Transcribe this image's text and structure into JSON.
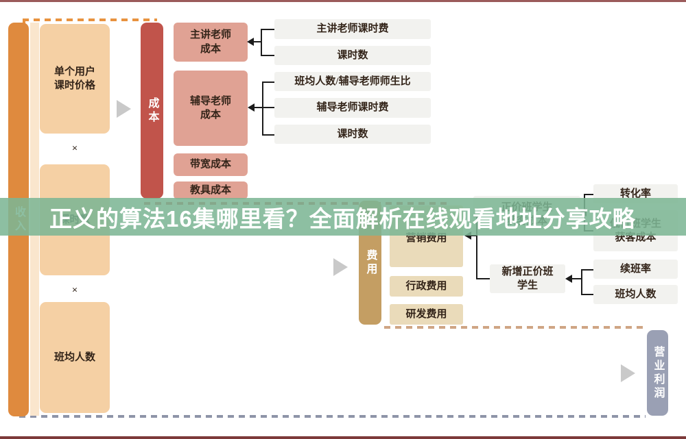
{
  "overlay": {
    "title": "正义的算法16集哪里看？全面解析在线观看地址分享攻略"
  },
  "revenue": {
    "bar": "收入",
    "factor1": "单个用户\n课时价格",
    "times1": "×",
    "factor2": "课时数",
    "times2": "×",
    "factor3": "班均人数"
  },
  "cost": {
    "bar": "成本",
    "item1": "主讲老师\n成本",
    "item2": "辅导老师\n成本",
    "item3": "带宽成本",
    "item4": "教具成本",
    "detail1": "主讲老师课时费",
    "detail2": "课时数",
    "detail3": "班均人数/辅导老师师生比",
    "detail4": "辅导老师课时费",
    "detail5": "课时数"
  },
  "expense": {
    "bar": "费用",
    "item1": "营销费用",
    "item2": "行政费用",
    "item3": "研发费用",
    "acq_box": "正价班学生\n获客成本",
    "new_box": "新增正价班\n学生",
    "input1": "转化率",
    "input2": "低价班学生\n获客成本",
    "input3": "续班率",
    "input4": "班均人数"
  },
  "profit": {
    "bar": "营业利润"
  },
  "colors": {
    "revenue_bar": "#df8a3e",
    "cost_bar": "#c1544b",
    "expense_bar": "#c49e63",
    "profit_bar": "#9aa0b4",
    "factor_box": "#f5d0a4",
    "cost_box": "#e0a294",
    "detail_box": "#f2f2ef",
    "expense_box": "#eadbba",
    "overlay_band": "#7cb694",
    "page_border": "#8e4a4a"
  }
}
